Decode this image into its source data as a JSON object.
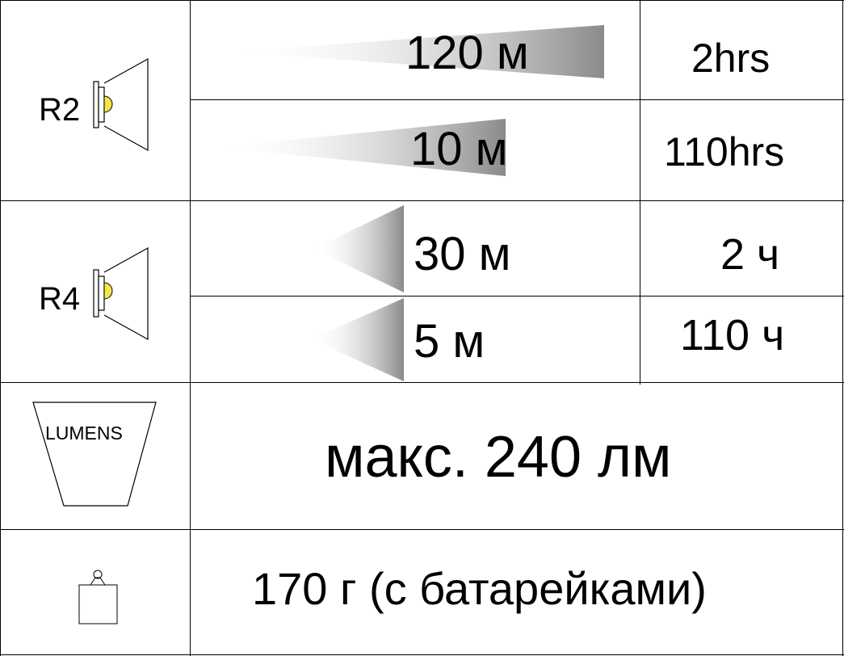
{
  "rows": [
    {
      "mode_label": "R2",
      "icon": "lamp-icon",
      "levels": [
        {
          "distance": "120 м",
          "runtime": "2hrs"
        },
        {
          "distance": "10 м",
          "runtime": "110hrs"
        }
      ]
    },
    {
      "mode_label": "R4",
      "icon": "lamp-icon",
      "levels": [
        {
          "distance": "30 м",
          "runtime": "2 ч"
        },
        {
          "distance": "5 м",
          "runtime": "110 ч"
        }
      ]
    }
  ],
  "lumens": {
    "icon_label": "LUMENS",
    "value": "макс. 240 лм"
  },
  "weight": {
    "icon": "weight-icon",
    "value": "170 г (с батарейками)"
  },
  "colors": {
    "beam_dark": "#8a8a8a",
    "lamp_yellow": "#f5e64a",
    "border": "#000000"
  }
}
